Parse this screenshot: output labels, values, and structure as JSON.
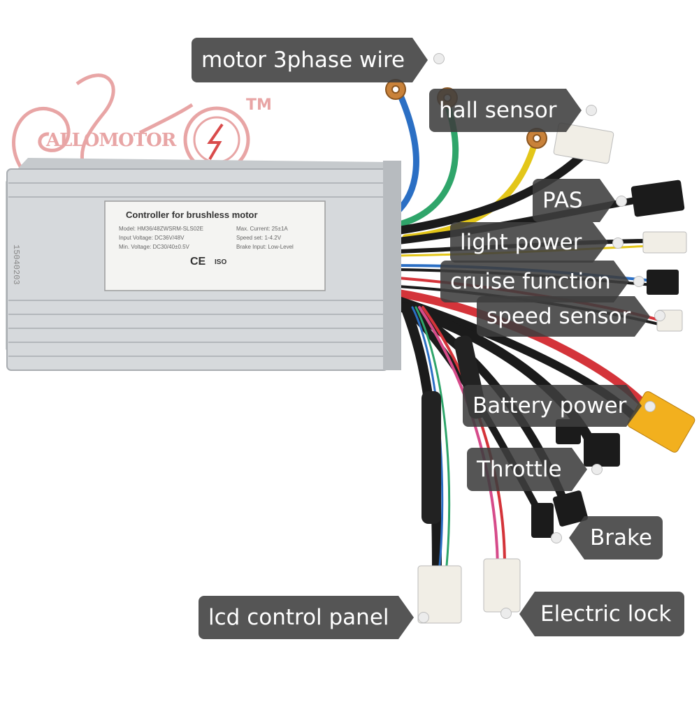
{
  "brand": {
    "name": "ALLOMOTOR",
    "trademark": "TM"
  },
  "plate": {
    "title": "Controller for brushless motor",
    "model": "Model: HM36/48ZWSRM-SLS02E",
    "max_current": "Max. Current: 25±1A",
    "input_voltage": "Input Voltage: DC36V/48V",
    "speed_set": "Speed set: 1-4.2V",
    "min_voltage": "Min. Voltage: DC30/40±0.5V",
    "brake_input": "Brake Input: Low-Level",
    "ce_mark": "CE",
    "iso_mark": "ISO",
    "serial": "15040203"
  },
  "labels": {
    "motor_phase": "motor 3phase wire",
    "hall_sensor": "hall sensor",
    "pas": "PAS",
    "light_power": "light power",
    "cruise_function": "cruise function",
    "speed_sensor": "speed sensor",
    "battery_power": "Battery power",
    "throttle": "Throttle",
    "brake": "Brake",
    "lcd_panel": "lcd control panel",
    "electric_lock": "Electric lock"
  },
  "colors": {
    "callout_bg": "#3e3e3e",
    "housing": "#cfd3d6",
    "logo": "#e8a5a5",
    "wire_blue": "#2b6fc4",
    "wire_green": "#2fa56a",
    "wire_yellow": "#e3c619",
    "wire_red": "#d4343a",
    "connector_yellow": "#f2b01e",
    "connector_white": "#f1eee6",
    "connector_black": "#1b1b1b"
  }
}
